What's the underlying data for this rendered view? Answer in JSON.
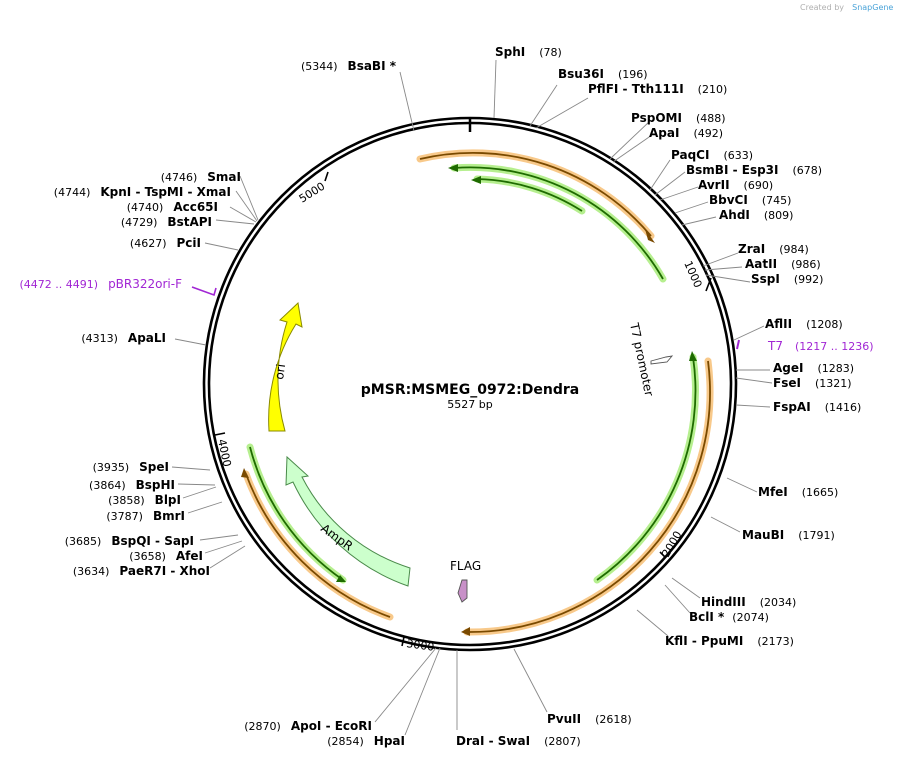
{
  "credit": {
    "prefix": "Created by",
    "brand": "SnapGene"
  },
  "plasmid": {
    "name": "pMSR:MSMEG_0972:Dendra",
    "length_label": "5527 bp",
    "length": 5527
  },
  "ticks": [
    {
      "pos": 1000,
      "label": "1000"
    },
    {
      "pos": 2000,
      "label": "2000"
    },
    {
      "pos": 3000,
      "label": "3000"
    },
    {
      "pos": 4000,
      "label": "4000"
    },
    {
      "pos": 5000,
      "label": "5000"
    }
  ],
  "sites": [
    {
      "name": "SphI",
      "pos": "(78)"
    },
    {
      "name": "Bsu36I",
      "pos": "(196)"
    },
    {
      "name": "PflFI - Tth111I",
      "pos": "(210)"
    },
    {
      "name": "PspOMI",
      "pos": "(488)"
    },
    {
      "name": "ApaI",
      "pos": "(492)"
    },
    {
      "name": "PaqCI",
      "pos": "(633)"
    },
    {
      "name": "BsmBI - Esp3I",
      "pos": "(678)"
    },
    {
      "name": "AvrII",
      "pos": "(690)"
    },
    {
      "name": "BbvCI",
      "pos": "(745)"
    },
    {
      "name": "AhdI",
      "pos": "(809)"
    },
    {
      "name": "ZraI",
      "pos": "(984)"
    },
    {
      "name": "AatII",
      "pos": "(986)"
    },
    {
      "name": "SspI",
      "pos": "(992)"
    },
    {
      "name": "AflII",
      "pos": "(1208)"
    },
    {
      "name": "AgeI",
      "pos": "(1283)"
    },
    {
      "name": "FseI",
      "pos": "(1321)"
    },
    {
      "name": "FspAI",
      "pos": "(1416)"
    },
    {
      "name": "MfeI",
      "pos": "(1665)"
    },
    {
      "name": "MauBI",
      "pos": "(1791)"
    },
    {
      "name": "HindIII",
      "pos": "(2034)"
    },
    {
      "name": "BclI *",
      "pos": "(2074)"
    },
    {
      "name": "KflI - PpuMI",
      "pos": "(2173)"
    },
    {
      "name": "PvuII",
      "pos": "(2618)"
    },
    {
      "name": "DraI - SwaI",
      "pos": "(2807)"
    },
    {
      "name": "HpaI",
      "pos": "(2854)"
    },
    {
      "name": "ApoI - EcoRI",
      "pos": "(2870)"
    },
    {
      "name": "PaeR7I - XhoI",
      "pos": "(3634)"
    },
    {
      "name": "AfeI",
      "pos": "(3658)"
    },
    {
      "name": "BspQI - SapI",
      "pos": "(3685)"
    },
    {
      "name": "BmrI",
      "pos": "(3787)"
    },
    {
      "name": "BlpI",
      "pos": "(3858)"
    },
    {
      "name": "BspHI",
      "pos": "(3864)"
    },
    {
      "name": "SpeI",
      "pos": "(3935)"
    },
    {
      "name": "ApaLI",
      "pos": "(4313)"
    },
    {
      "name": "PciI",
      "pos": "(4627)"
    },
    {
      "name": "BstAPI",
      "pos": "(4729)"
    },
    {
      "name": "Acc65I",
      "pos": "(4740)"
    },
    {
      "name": "KpnI - TspMI - XmaI",
      "pos": "(4744)"
    },
    {
      "name": "SmaI",
      "pos": "(4746)"
    },
    {
      "name": "BsaBI *",
      "pos": "(5344)"
    }
  ],
  "primers": [
    {
      "name": "T7",
      "range": "(1217 .. 1236)"
    },
    {
      "name": "pBR322ori-F",
      "range": "(4472 .. 4491)"
    }
  ],
  "features": {
    "t7_promoter": "T7 promoter",
    "flag": "FLAG",
    "ori": "ori",
    "ampr": "AmpR"
  },
  "colors": {
    "ori": "#ffff00",
    "ampr": "#ccffcc",
    "orf_orange": "#f5a623",
    "orf_green": "#2a7a00",
    "flag": "#c8a0c8",
    "primer": "#a126d4"
  }
}
